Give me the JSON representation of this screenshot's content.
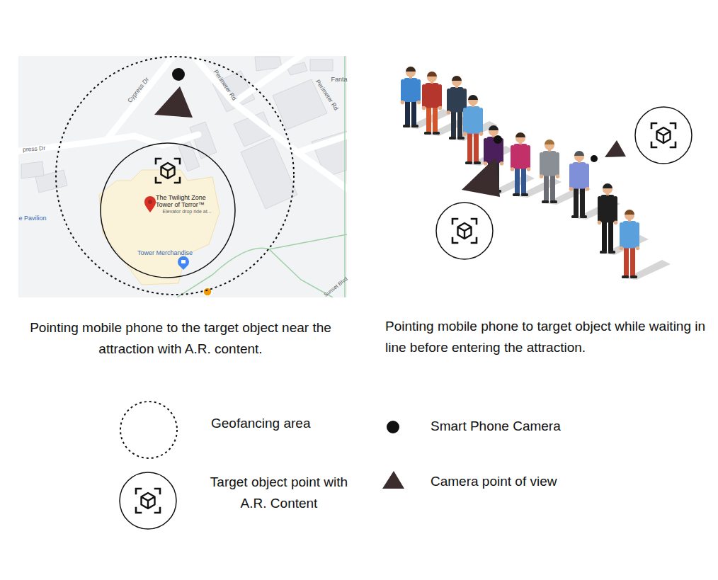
{
  "diagram": {
    "labels": [
      "Cypress Dr",
      "press Dr",
      "Perimeter Rd",
      "Perimeter Rd",
      "Fanta",
      "The Twilight Zone Tower of Terror™",
      "Elevator drop ride at...",
      "e Pavilion",
      "Tower Merchandise",
      "Sunset Blvd",
      "Pointing mobile phone to the target object near the attraction with A.R. content.",
      "Pointing mobile phone to target object while waiting in line before entering the attraction."
    ],
    "legend": [
      {
        "text": "Geofancing area"
      },
      {
        "text": "Target object point with A.R. Content"
      },
      {
        "text": "Smart Phone Camera"
      },
      {
        "text": "Camera point of view"
      }
    ]
  }
}
